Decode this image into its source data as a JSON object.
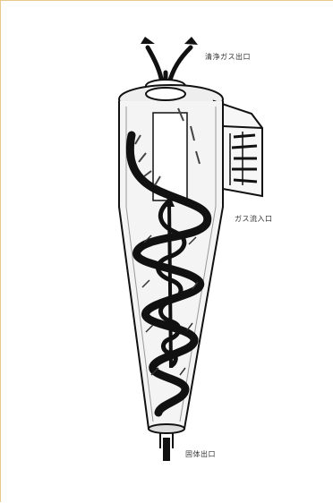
{
  "diagram": {
    "labels": {
      "clean_gas_outlet": "清浄ガス出口",
      "gas_inlet": "ガス流入口",
      "dust_outlet": "固体出口"
    },
    "colors": {
      "border": "#e9c98a",
      "ink": "#111111",
      "body_fill": "#f4f4f4",
      "label_text": "#333333"
    },
    "icons": [
      "arrow-up-icon",
      "cyclone-body-icon",
      "spiral-flow-icon"
    ]
  }
}
